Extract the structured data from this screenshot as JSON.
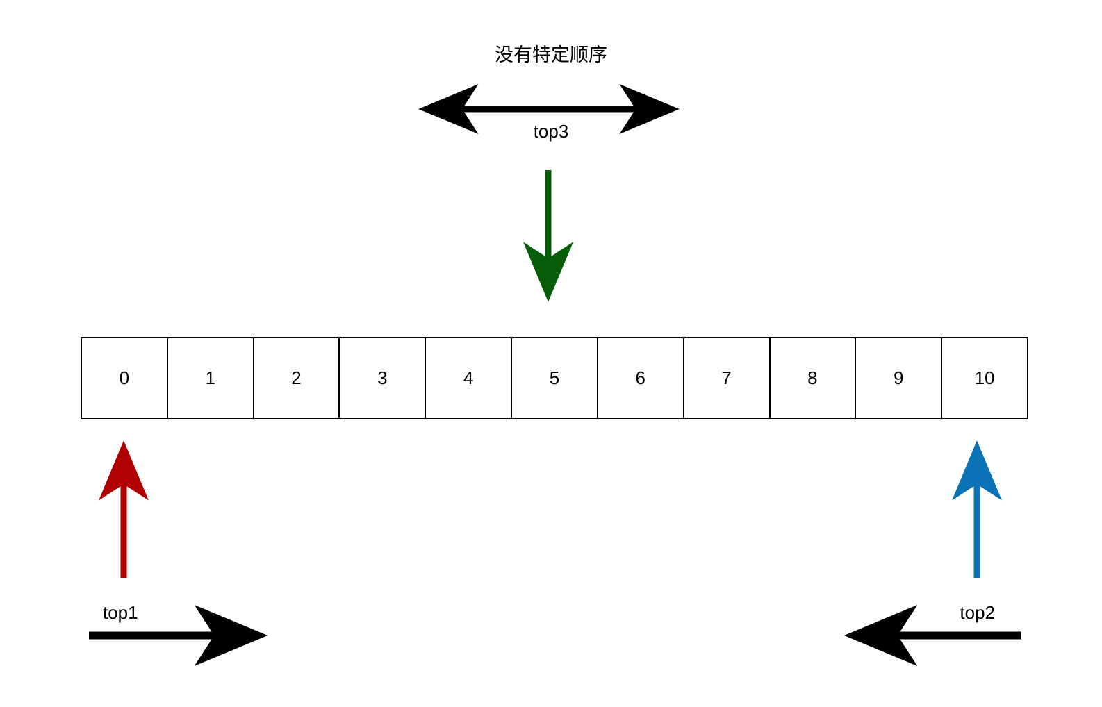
{
  "diagram": {
    "title": "没有特定顺序",
    "array": {
      "cells": [
        "0",
        "1",
        "2",
        "3",
        "4",
        "5",
        "6",
        "7",
        "8",
        "9",
        "10"
      ]
    },
    "pointers": [
      {
        "id": "top1",
        "label": "top1",
        "color": "#b00000",
        "color_name": "dark-red",
        "points_to_cell": "0",
        "direction": "up",
        "scan_label": "top1",
        "scan_direction": "right"
      },
      {
        "id": "top2",
        "label": "top2",
        "color": "#0b72b5",
        "color_name": "blue",
        "points_to_cell": "10",
        "direction": "up",
        "scan_label": "top2",
        "scan_direction": "left"
      },
      {
        "id": "top3",
        "label": "top3",
        "color": "#075c07",
        "color_name": "dark-green",
        "points_to_cell": "5",
        "direction": "down",
        "range_label": "top3",
        "range_direction": "both"
      }
    ],
    "labels": {
      "top3": "top3",
      "top1": "top1",
      "top2": "top2"
    },
    "colors": {
      "stroke": "#000000",
      "background": "#ffffff",
      "red": "#b00000",
      "blue": "#0b72b5",
      "green": "#075c07"
    }
  }
}
